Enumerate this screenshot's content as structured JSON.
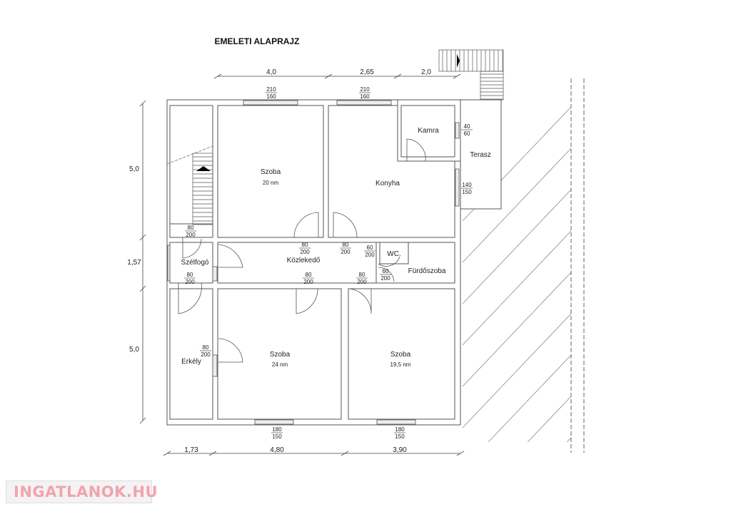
{
  "title": "EMELETI ALAPRAJZ",
  "dims": {
    "top": [
      "4,0",
      "2,65",
      "2,0"
    ],
    "left": [
      "5,0",
      "1,57",
      "5,0"
    ],
    "bottom": [
      "1,73",
      "4,80",
      "3,90"
    ]
  },
  "rooms": {
    "szoba1": {
      "name": "Szoba",
      "area": "20 nm"
    },
    "konyha": {
      "name": "Konyha"
    },
    "kamra": {
      "name": "Kamra"
    },
    "terasz": {
      "name": "Terasz"
    },
    "szelfogo": {
      "name": "Szélfogó"
    },
    "kozlekedo": {
      "name": "Közlekedő"
    },
    "wc": {
      "name": "WC."
    },
    "furdo": {
      "name": "Fürdőszoba"
    },
    "erkely": {
      "name": "Erkély"
    },
    "szoba2": {
      "name": "Szoba",
      "area": "24 nm"
    },
    "szoba3": {
      "name": "Szoba",
      "area": "19,5 nm"
    }
  },
  "openings": [
    [
      "210",
      "160"
    ],
    [
      "210",
      "160"
    ],
    [
      "40",
      "60"
    ],
    [
      "140",
      "150"
    ],
    [
      "80",
      "200"
    ],
    [
      "80",
      "200"
    ],
    [
      "80",
      "200"
    ],
    [
      "60",
      "200"
    ],
    [
      "80",
      "200"
    ],
    [
      "80",
      "200"
    ],
    [
      "80",
      "200"
    ],
    [
      "60",
      "200"
    ],
    [
      "80",
      "200"
    ],
    [
      "180",
      "150"
    ],
    [
      "180",
      "150"
    ]
  ],
  "logo": "INGATLANOK.HU"
}
